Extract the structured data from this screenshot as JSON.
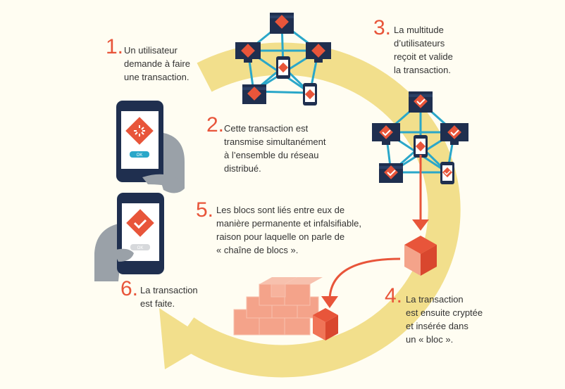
{
  "colors": {
    "background": "#fffdf2",
    "cycle_arrow": "#f2df8c",
    "accent_red": "#e8553a",
    "network_line": "#2aa7c9",
    "device_navy": "#1f2f4f",
    "hand_gray": "#9aa1a8",
    "block_salmon": "#f4a38a",
    "text": "#333333"
  },
  "steps": [
    {
      "num": "1.",
      "text": "Un utilisateur\ndemande à faire\nune transaction."
    },
    {
      "num": "2.",
      "text": "Cette transaction est\ntransmise simultanément\nà l’ensemble du réseau\ndistribué."
    },
    {
      "num": "3.",
      "text": "La multitude\nd’utilisateurs\nreçoit et valide\nla transaction."
    },
    {
      "num": "4.",
      "text": "La transaction\nest ensuite cryptée\net insérée dans\nun « bloc »."
    },
    {
      "num": "5.",
      "text": "Les blocs sont liés entre eux de\nmanière permanente et infalsifiable,\nraison pour laquelle on parle de\n« chaîne de blocs »."
    },
    {
      "num": "6.",
      "text": "La transaction\nest faite."
    }
  ],
  "phones": {
    "ok_label": "OK"
  },
  "icons": {
    "pending": "loading-spinner-icon",
    "validated": "checkmark-icon"
  }
}
